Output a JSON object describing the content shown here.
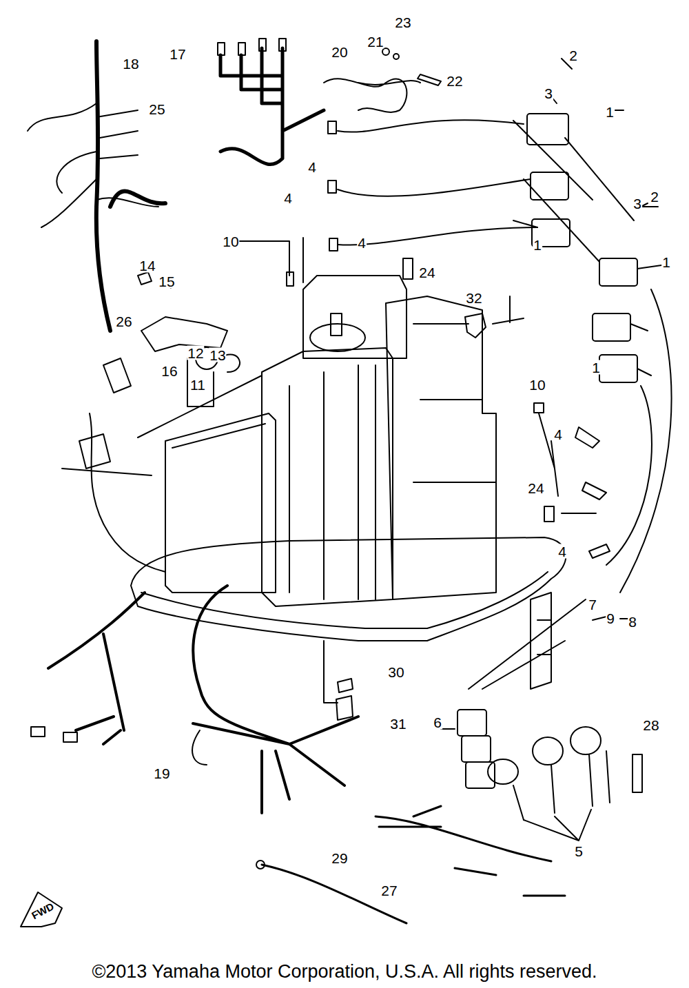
{
  "diagram": {
    "caption": "©2013 Yamaha Motor Corporation, U.S.A. All rights reserved.",
    "labels": [
      "18",
      "17",
      "25",
      "23",
      "21",
      "20",
      "22",
      "2",
      "3",
      "1",
      "4",
      "4",
      "10",
      "4",
      "24",
      "3",
      "2",
      "1",
      "1",
      "1",
      "32",
      "14",
      "15",
      "26",
      "12",
      "13",
      "16",
      "11",
      "10",
      "4",
      "24",
      "4",
      "7",
      "9",
      "8",
      "30",
      "31",
      "6",
      "28",
      "19",
      "5",
      "29",
      "27",
      "FWD"
    ]
  }
}
